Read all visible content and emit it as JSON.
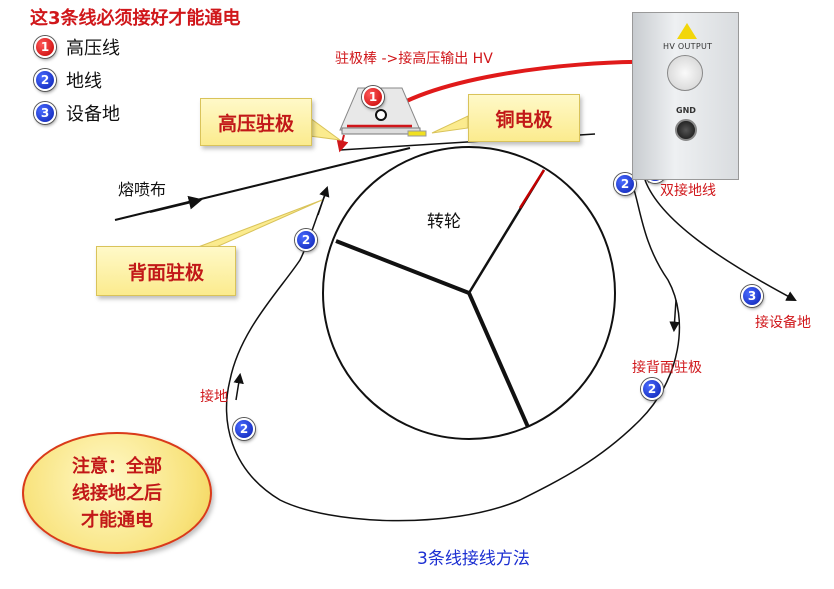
{
  "title": "这3条线必须接好才能通电",
  "legend": [
    {
      "num": "1",
      "text": "高压线",
      "color": "red"
    },
    {
      "num": "2",
      "text": "地线",
      "color": "blue"
    },
    {
      "num": "3",
      "text": "设备地",
      "color": "blue"
    }
  ],
  "labels": {
    "electret_rod": "驻极棒 ->接高压输出 HV",
    "hv_electrode": "高压驻极",
    "copper_electrode": "铜电极",
    "meltblown": "熔喷布",
    "wheel": "转轮",
    "back_electrode": "背面驻极",
    "double_ground": "双接地线",
    "equipment_ground": "接设备地",
    "back_connect": "接背面驻极",
    "ground": "接地",
    "method": "3条线接线方法"
  },
  "device": {
    "hv_output": "HV OUTPUT",
    "gnd": "GND"
  },
  "note": {
    "line1": "注意：全部",
    "line2": "线接地之后",
    "line3": "才能通电"
  },
  "badges": {
    "one": "1",
    "two": "2",
    "three": "3"
  },
  "colors": {
    "red": "#d0171b",
    "blue": "#1c2fd2",
    "callout_bg": "#fbeb8e"
  }
}
